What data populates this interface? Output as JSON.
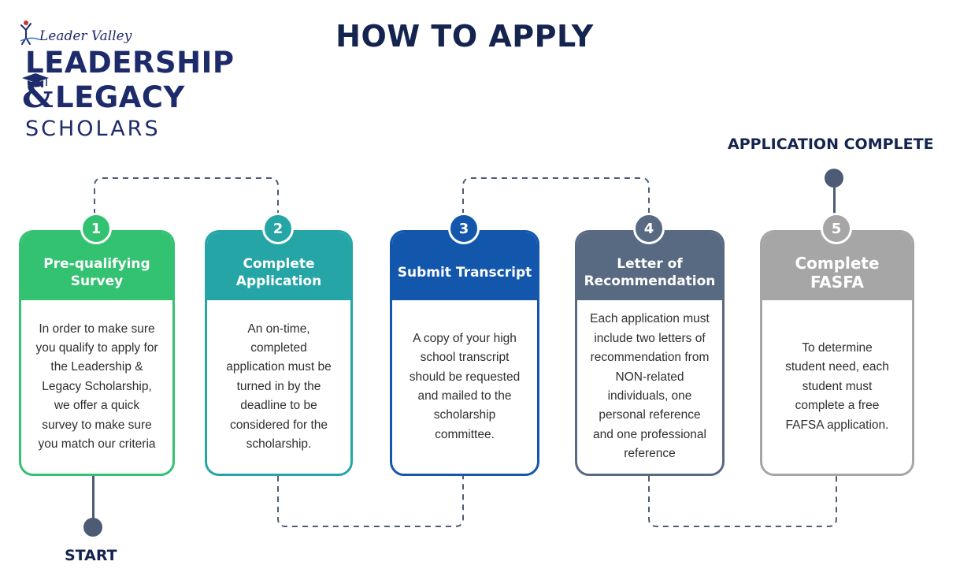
{
  "logo": {
    "brand": "Leader Valley",
    "line1": "LEADERSHIP",
    "amp": "&",
    "line2": "LEGACY",
    "line3": "SCHOLARS"
  },
  "title": "HOW TO APPLY",
  "end_label": "APPLICATION COMPLETE",
  "start_label": "START",
  "colors": {
    "navy": "#14244f",
    "connector": "#4d5b75",
    "step1": "#33c172",
    "step2": "#26a5a6",
    "step3": "#1357ad",
    "step4": "#586982",
    "step5": "#a6a6a6"
  },
  "steps": [
    {
      "number": "1",
      "title": "Pre-qualifying Survey",
      "body": "In order to make sure you qualify to apply for the Leadership & Legacy Scholarship, we offer a quick survey to make sure you match our criteria"
    },
    {
      "number": "2",
      "title": "Complete Application",
      "body": "An on-time, completed application must be turned in by the deadline to be considered for the scholarship."
    },
    {
      "number": "3",
      "title": "Submit Transcript",
      "body": "A copy of your high school transcript should be requested and mailed to the scholarship committee."
    },
    {
      "number": "4",
      "title": "Letter of Recommendation",
      "body": "Each application must include two letters of recommendation from NON-related individuals, one personal reference and one professional reference"
    },
    {
      "number": "5",
      "title": "Complete FASFA",
      "body": "To determine student need, each student must complete a free FAFSA application."
    }
  ]
}
